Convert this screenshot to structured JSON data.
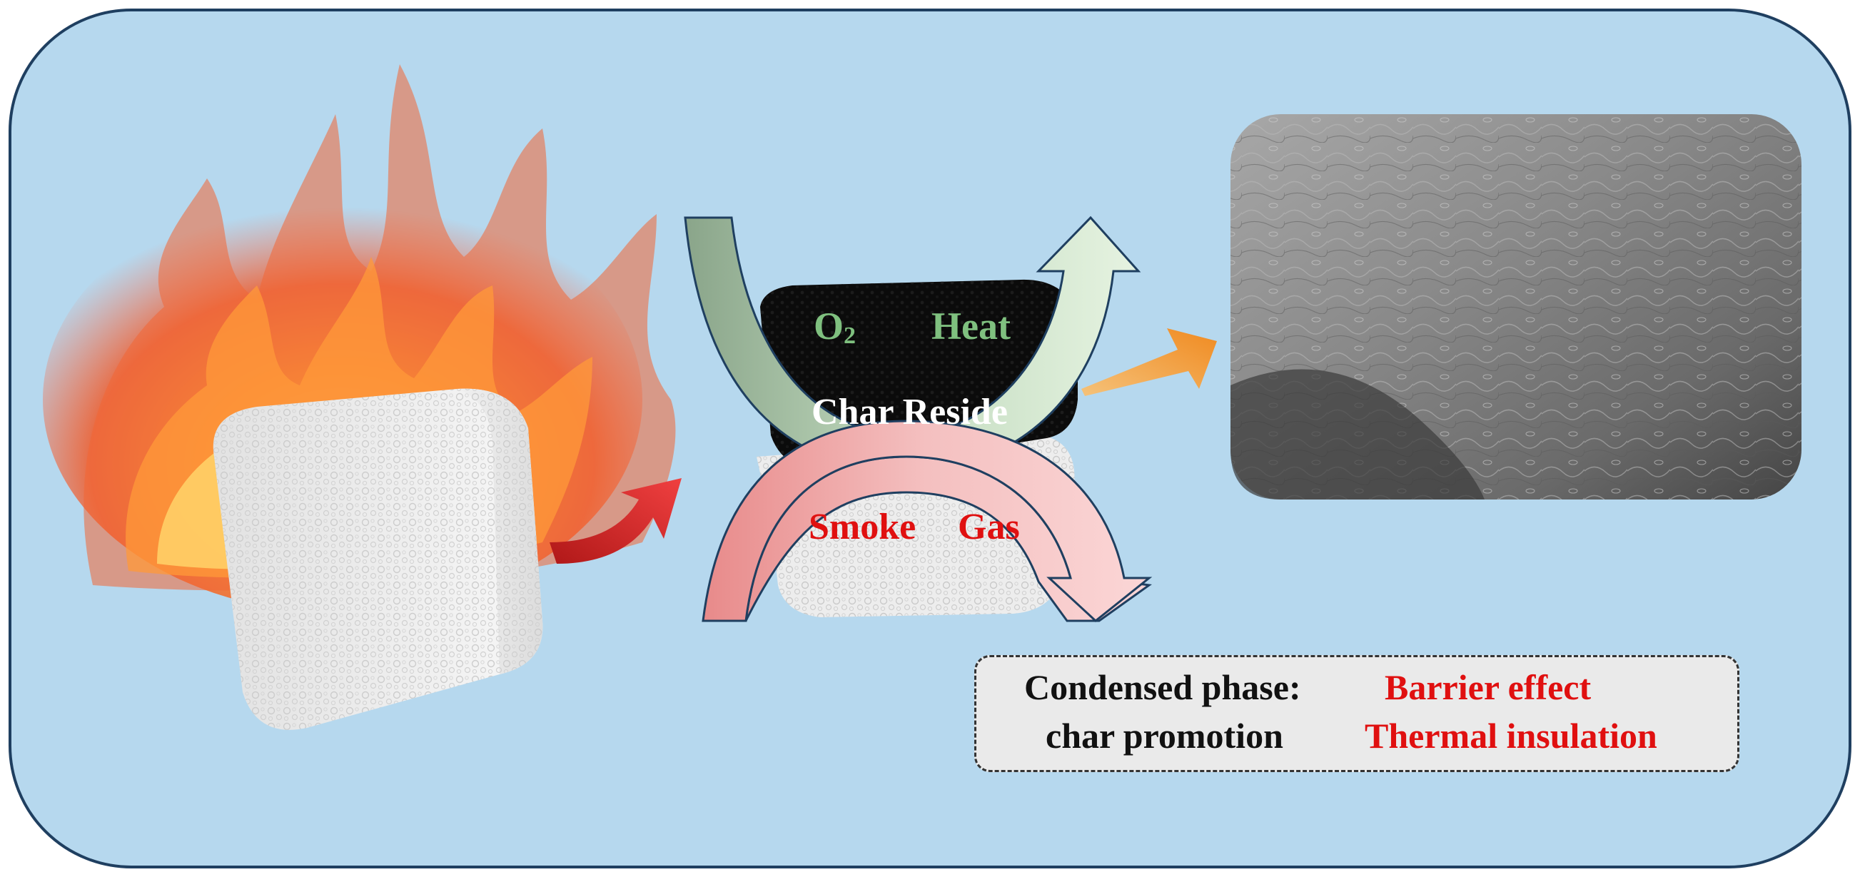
{
  "colors": {
    "background": "#b6d8ee",
    "border": "#1f3f60",
    "green_label": "#7fc07f",
    "red_label": "#e01010",
    "char_black": "#0b0b0b",
    "foam_white": "#f1f1f1"
  },
  "icons": [
    "flame-icon",
    "foam-cube-icon",
    "red-arrow-icon",
    "charred-cube-icon",
    "orange-arrow-icon",
    "sem-micrograph-icon"
  ],
  "labels": {
    "o2_base": "O",
    "o2_sub": "2",
    "heat": "Heat",
    "char_residue": "Char Reside",
    "smoke": "Smoke",
    "gas": "Gas"
  },
  "mechanism_box": {
    "left_line1": "Condensed phase:",
    "left_line2": "char promotion",
    "right_line1": "Barrier effect",
    "right_line2": "Thermal insulation"
  }
}
